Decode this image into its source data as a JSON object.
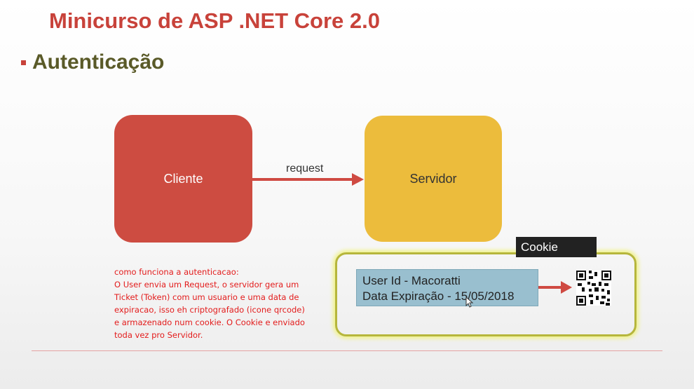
{
  "slide": {
    "title": "Minicurso de ASP .NET Core 2.0",
    "section": "Autenticação"
  },
  "diagram": {
    "client_label": "Cliente",
    "server_label": "Servidor",
    "arrow_label": "request",
    "cookie_label": "Cookie",
    "ticket_line1": "User Id - Macoratti",
    "ticket_line2": "Data Expiração -  15/05/2018",
    "qr_icon": "qrcode-icon"
  },
  "note": {
    "lines": [
      "como funciona a autenticacao:",
      "O User envia um Request, o servidor gera um",
      "Ticket (Token) com um usuario e uma data de",
      "expiracao, isso eh criptografado (icone qrcode)",
      "e armazenado num cookie. O Cookie e enviado",
      "toda vez pro Servidor."
    ]
  },
  "colors": {
    "title": "#c8423a",
    "section": "#5a5a28",
    "client": "#cd4c41",
    "server": "#ecbc3c",
    "arrow": "#cf4a42",
    "note_text": "#e31c1c",
    "ticket": "#99bfcf",
    "cookie_frame": "#b6b63c"
  }
}
